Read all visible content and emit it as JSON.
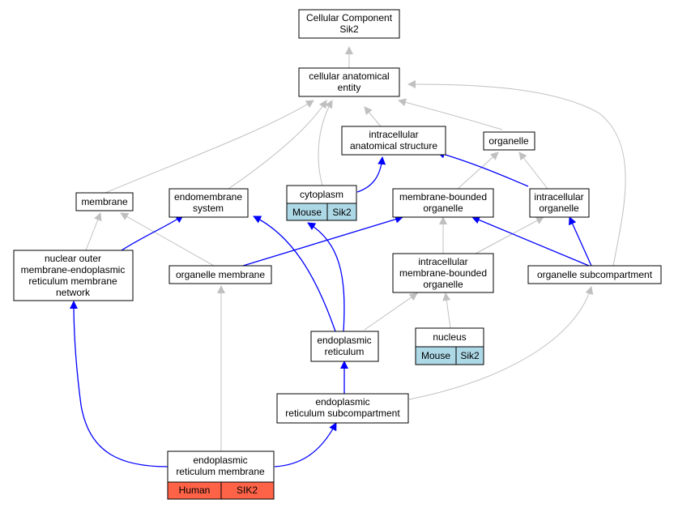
{
  "colors": {
    "gray_edge": "#c0c0c0",
    "blue_edge": "#0000ff",
    "mouse": "#add8e6",
    "human": "#ff6347"
  },
  "nodes": {
    "root": {
      "lines": [
        "Cellular Component",
        "Sik2"
      ]
    },
    "cae": {
      "lines": [
        "cellular anatomical",
        "entity"
      ]
    },
    "ias": {
      "lines": [
        "intracellular",
        "anatomical structure"
      ]
    },
    "organelle": {
      "lines": [
        "organelle"
      ]
    },
    "membrane": {
      "lines": [
        "membrane"
      ]
    },
    "endomem": {
      "lines": [
        "endomembrane",
        "system"
      ]
    },
    "cytoplasm": {
      "lines": [
        "cytoplasm"
      ],
      "tags": [
        "Mouse",
        "Sik2"
      ]
    },
    "mbo": {
      "lines": [
        "membrane-bounded",
        "organelle"
      ]
    },
    "io": {
      "lines": [
        "intracellular",
        "organelle"
      ]
    },
    "nom": {
      "lines": [
        "nuclear outer",
        "membrane-endoplasmic",
        "reticulum membrane",
        "network"
      ]
    },
    "orgmem": {
      "lines": [
        "organelle membrane"
      ]
    },
    "imbo": {
      "lines": [
        "intracellular",
        "membrane-bounded",
        "organelle"
      ]
    },
    "osub": {
      "lines": [
        "organelle subcompartment"
      ]
    },
    "er": {
      "lines": [
        "endoplasmic",
        "reticulum"
      ]
    },
    "nucleus": {
      "lines": [
        "nucleus"
      ],
      "tags": [
        "Mouse",
        "Sik2"
      ]
    },
    "ersub": {
      "lines": [
        "endoplasmic",
        "reticulum subcompartment"
      ]
    },
    "erm": {
      "lines": [
        "endoplasmic",
        "reticulum membrane"
      ],
      "tags": [
        "Human",
        "SIK2"
      ]
    }
  }
}
